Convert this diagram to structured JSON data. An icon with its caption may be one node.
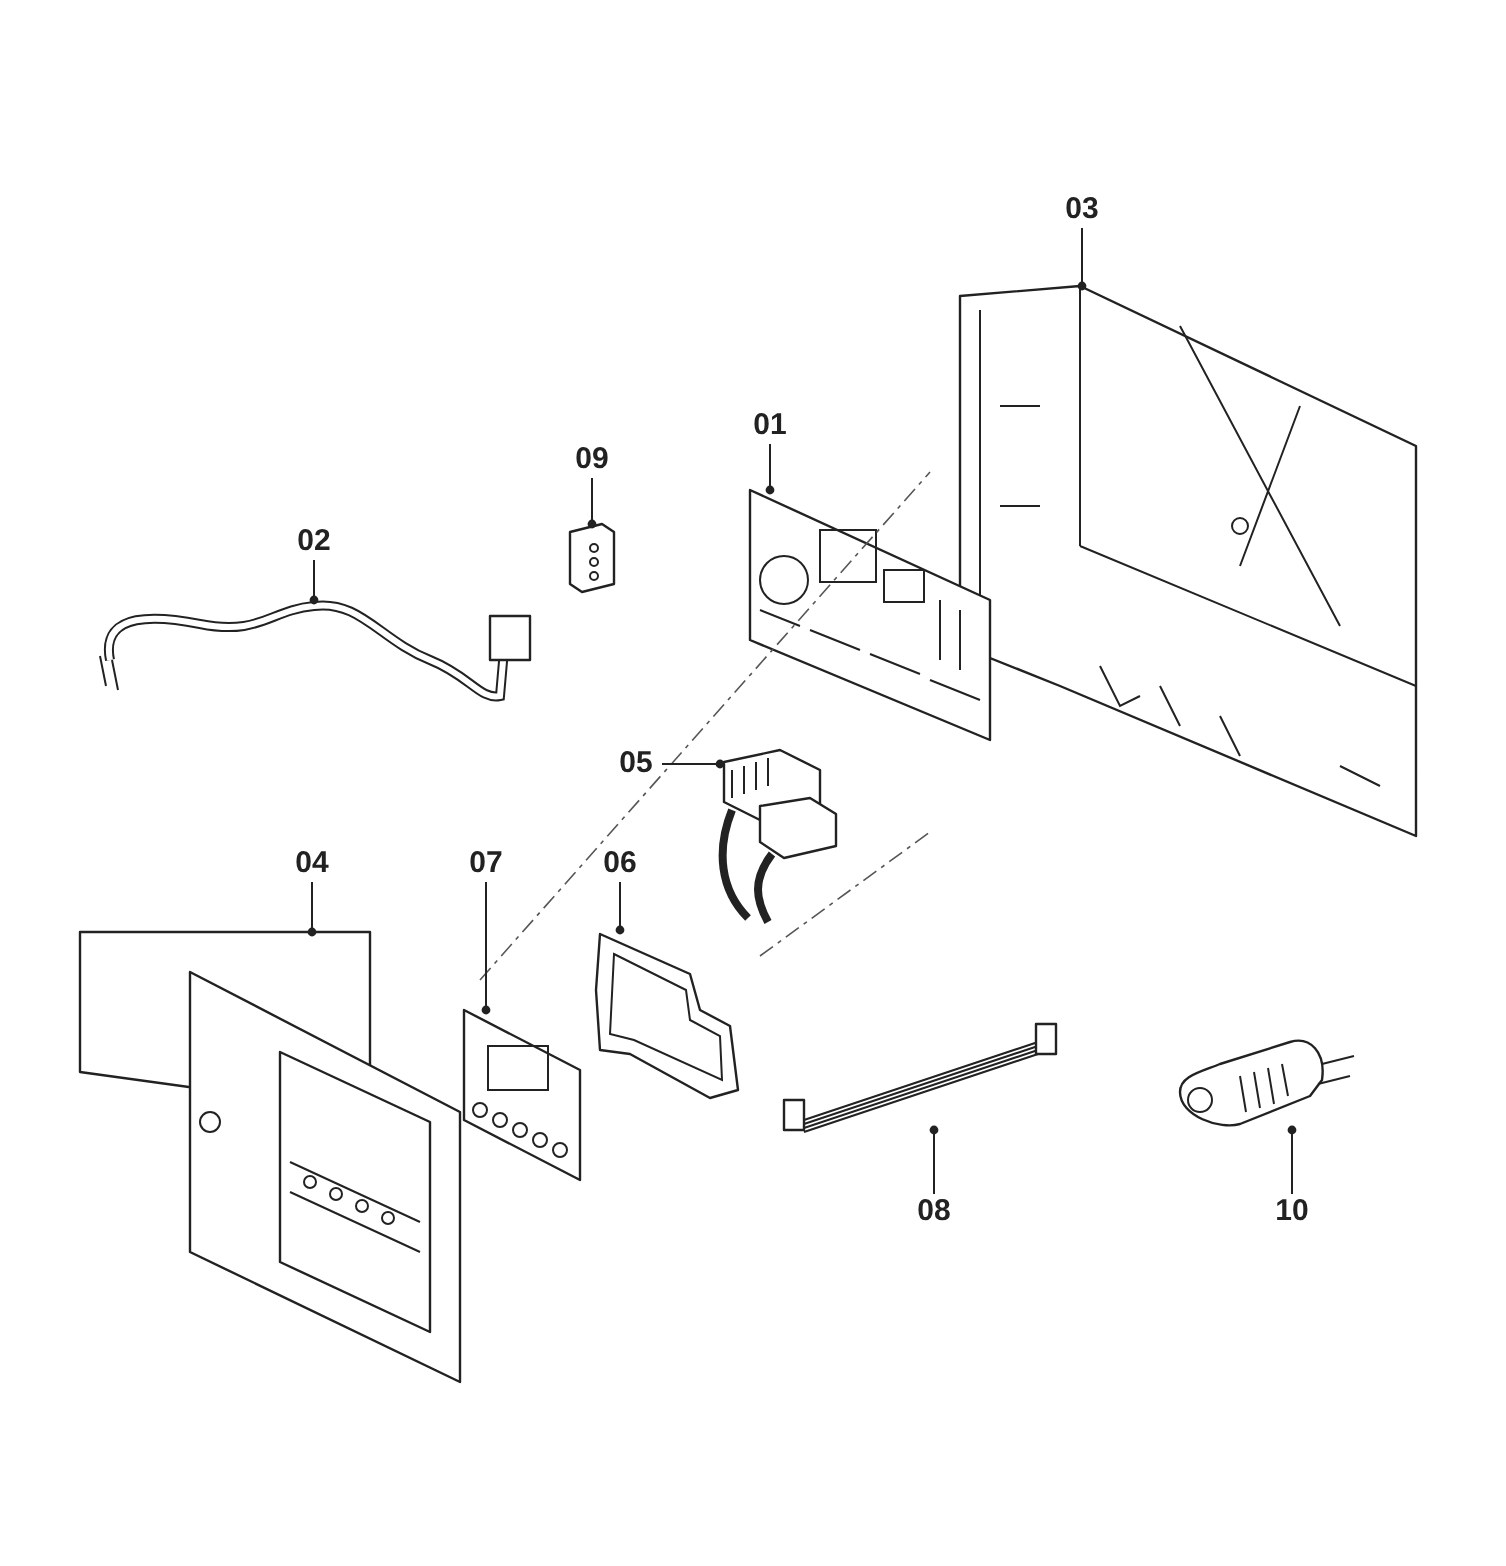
{
  "diagram": {
    "nodes": [
      {
        "text": [
          "03"
        ]
      },
      {
        "text": [
          "01"
        ]
      },
      {
        "text": [
          "09"
        ]
      },
      {
        "text": [
          "02"
        ]
      },
      {
        "text": [
          "05"
        ]
      },
      {
        "text": [
          "04"
        ]
      },
      {
        "text": [
          "07"
        ]
      },
      {
        "text": [
          "06"
        ]
      },
      {
        "text": [
          "08"
        ]
      },
      {
        "text": [
          "10"
        ]
      },
      {
        "text": [],
        "shape": "picture"
      },
      {
        "text": [],
        "shape": "picture"
      },
      {
        "text": [],
        "shape": "picture"
      },
      {
        "text": [],
        "shape": "picture"
      },
      {
        "text": [],
        "shape": "picture"
      },
      {
        "text": [],
        "shape": "picture"
      },
      {
        "text": [],
        "shape": "picture"
      },
      {
        "text": [],
        "shape": "picture"
      },
      {
        "text": [],
        "shape": "picture"
      },
      {
        "text": [],
        "shape": "picture"
      }
    ],
    "edges": [
      {
        "from": 0,
        "to": 10,
        "arrow": "other"
      },
      {
        "from": 1,
        "to": 11,
        "arrow": "other"
      },
      {
        "from": 2,
        "to": 12,
        "arrow": "other"
      },
      {
        "from": 3,
        "to": 13,
        "arrow": "other"
      },
      {
        "from": 4,
        "to": 14,
        "arrow": "other"
      },
      {
        "from": 5,
        "to": 15,
        "arrow": "other"
      },
      {
        "from": 6,
        "to": 16,
        "arrow": "other"
      },
      {
        "from": 7,
        "to": 17,
        "arrow": "other"
      },
      {
        "from": 8,
        "to": 18,
        "arrow": "other"
      },
      {
        "from": 9,
        "to": 19,
        "arrow": "other"
      }
    ]
  }
}
